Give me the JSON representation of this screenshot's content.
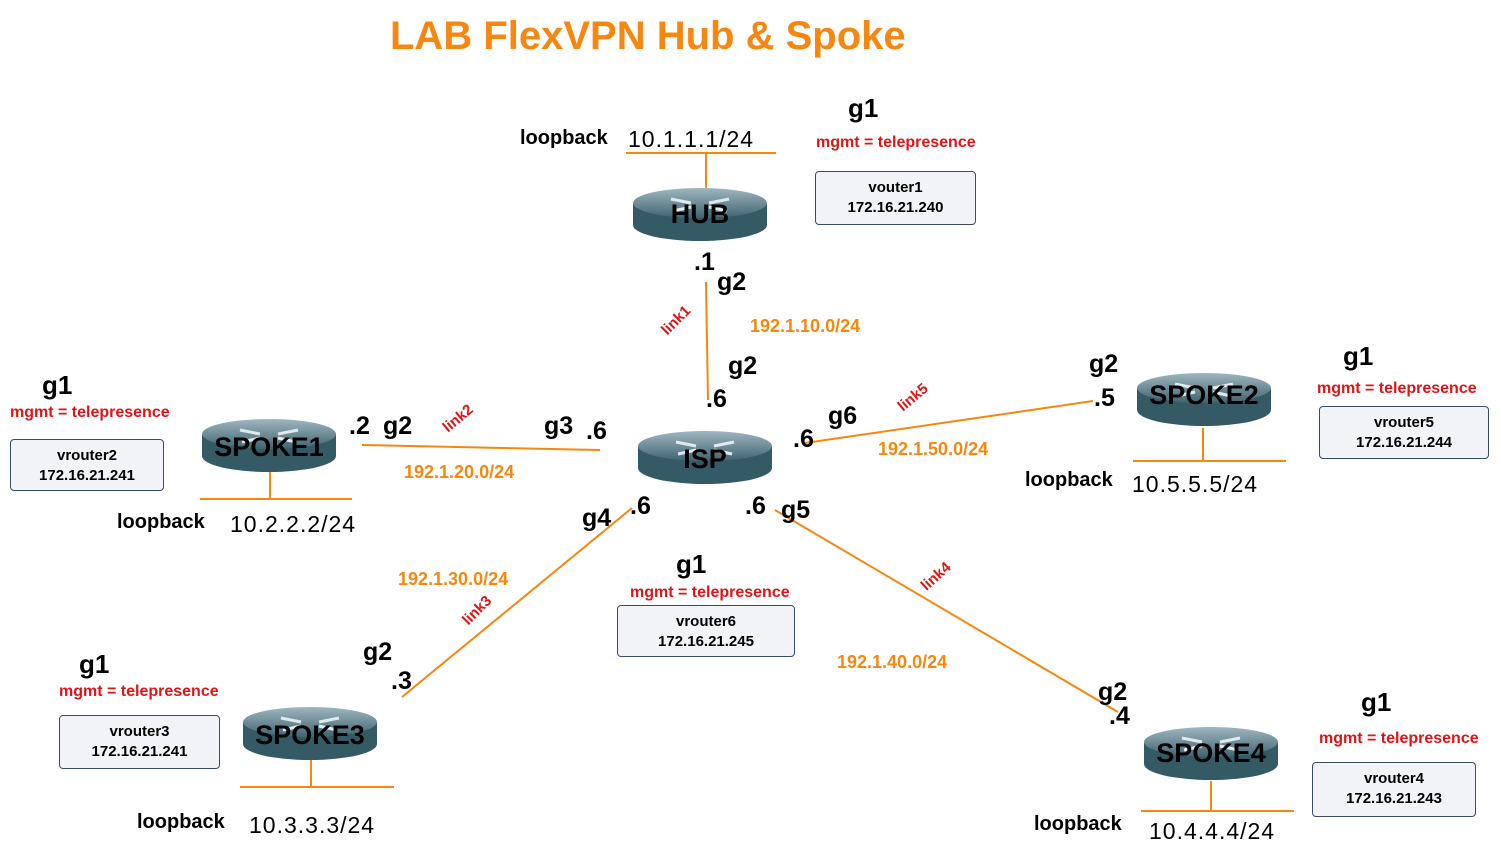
{
  "title": "LAB FlexVPN Hub & Spoke",
  "colors": {
    "link_line": "#f7870f",
    "network_label": "#f7870f",
    "link_label": "#e01414",
    "mgmt_label": "#e01414",
    "title": "#f7870f"
  },
  "routers": {
    "hub": {
      "name": "HUB",
      "g1": "g1",
      "mgmt": "mgmt = telepresence",
      "vm": "vouter1",
      "mgmt_ip": "172.16.21.240",
      "loopback_label": "loopback",
      "loopback": "10.1.1.1/24"
    },
    "isp": {
      "name": "ISP",
      "g1": "g1",
      "mgmt": "mgmt = telepresence",
      "vm": "vrouter6",
      "mgmt_ip": "172.16.21.245"
    },
    "spoke1": {
      "name": "SPOKE1",
      "g1": "g1",
      "mgmt": "mgmt = telepresence",
      "vm": "vrouter2",
      "mgmt_ip": "172.16.21.241",
      "loopback_label": "loopback",
      "loopback": "10.2.2.2/24"
    },
    "spoke2": {
      "name": "SPOKE2",
      "g1": "g1",
      "mgmt": "mgmt = telepresence",
      "vm": "vrouter5",
      "mgmt_ip": "172.16.21.244",
      "loopback_label": "loopback",
      "loopback": "10.5.5.5/24"
    },
    "spoke3": {
      "name": "SPOKE3",
      "g1": "g1",
      "mgmt": "mgmt = telepresence",
      "vm": "vrouter3",
      "mgmt_ip": "172.16.21.241",
      "loopback_label": "loopback",
      "loopback": "10.3.3.3/24"
    },
    "spoke4": {
      "name": "SPOKE4",
      "g1": "g1",
      "mgmt": "mgmt = telepresence",
      "vm": "vrouter4",
      "mgmt_ip": "172.16.21.243",
      "loopback_label": "loopback",
      "loopback": "10.4.4.4/24"
    }
  },
  "links": {
    "link1": {
      "name": "link1",
      "network": "192.1.10.0/24",
      "a_port": "g2",
      "a_host": ".1",
      "b_port": "g2",
      "b_host": ".6"
    },
    "link2": {
      "name": "link2",
      "network": "192.1.20.0/24",
      "a_port": "g2",
      "a_host": ".2",
      "b_port": "g3",
      "b_host": ".6"
    },
    "link3": {
      "name": "link3",
      "network": "192.1.30.0/24",
      "a_port": "g2",
      "a_host": ".3",
      "b_port": "g4",
      "b_host": ".6"
    },
    "link4": {
      "name": "link4",
      "network": "192.1.40.0/24",
      "a_port": "g2",
      "a_host": ".4",
      "b_port": "g5",
      "b_host": ".6"
    },
    "link5": {
      "name": "link5",
      "network": "192.1.50.0/24",
      "a_port": "g2",
      "a_host": ".5",
      "b_port": "g6",
      "b_host": ".6"
    }
  }
}
